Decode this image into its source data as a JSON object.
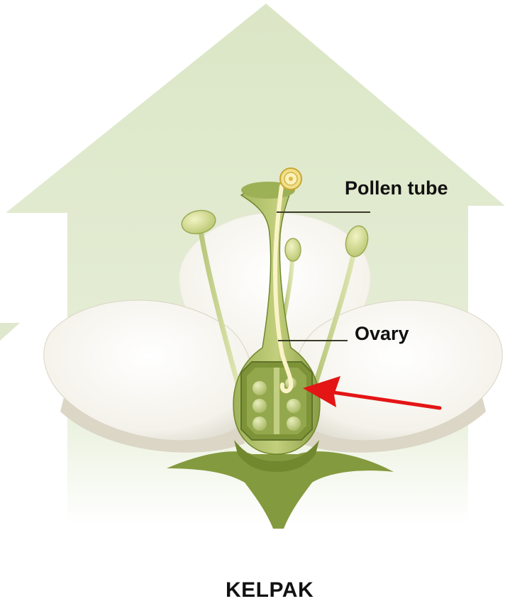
{
  "labels": {
    "pollen_tube": "Pollen tube",
    "ovary": "Ovary",
    "caption": "KELPAK"
  },
  "colors": {
    "house_background": "#dfe9cc",
    "petal": "#f7f5ef",
    "pistil": "#8ea34b",
    "pollen_tube": "#fbf3c8",
    "ovule": "#c8d48f",
    "arrow": "#e41515",
    "leader_line": "#3b3b2a"
  }
}
